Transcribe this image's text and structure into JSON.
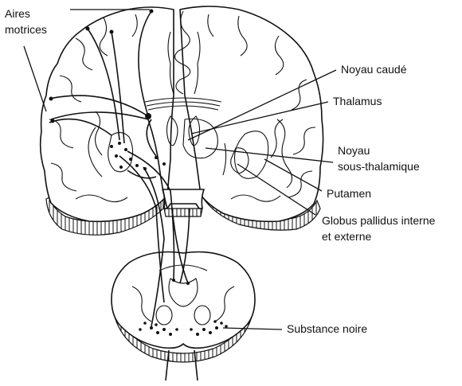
{
  "labels": {
    "aires_motrices_line1": "Aires",
    "aires_motrices_line2": "motrices",
    "noyau_caude": "Noyau caudé",
    "thalamus": "Thalamus",
    "noyau_sous_thalamique_line1": "Noyau",
    "noyau_sous_thalamique_line2": "sous-thalamique",
    "putamen": "Putamen",
    "globus_pallidus_line1": "Globus pallidus interne",
    "globus_pallidus_line2": "et externe",
    "substance_noire": "Substance noire"
  }
}
